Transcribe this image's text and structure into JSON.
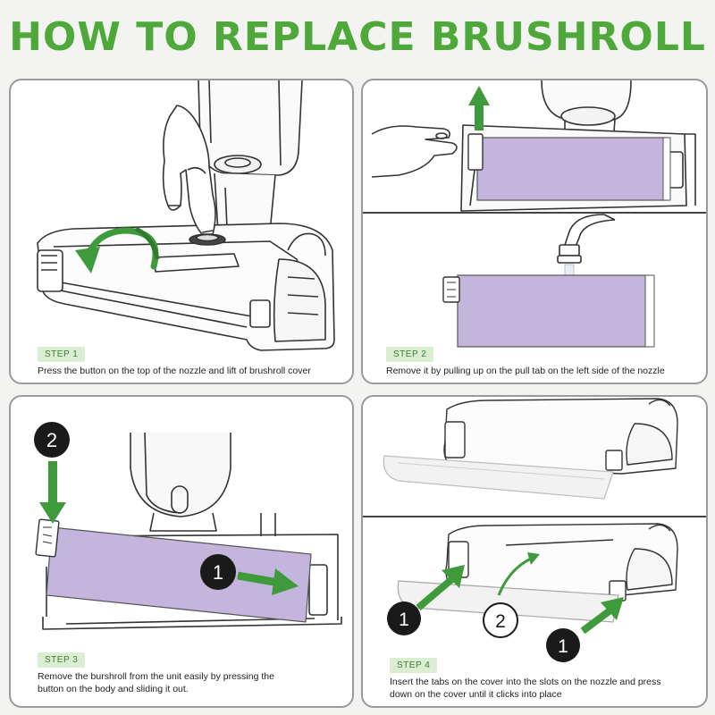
{
  "title": "HOW TO REPLACE BRUSHROLL",
  "colors": {
    "title_green": "#4ea83a",
    "arrow_green": "#3e9a3a",
    "roller_purple": "#c4b5dc",
    "badge_bg": "#dbeed3",
    "badge_text": "#3a7d2c"
  },
  "steps": [
    {
      "label": "STEP 1",
      "description": "Press the button on the top of the nozzle and lift of brushroll cover"
    },
    {
      "label": "STEP 2",
      "description": "Remove it by pulling up on the pull tab on the left side of the nozzle"
    },
    {
      "label": "STEP 3",
      "description_line1": "Remove the burshroll from the unit easily by pressing the",
      "description_line2": "button on the body and sliding it out.",
      "markers": [
        "2",
        "1"
      ]
    },
    {
      "label": "STEP 4",
      "description_line1": "Insert the tabs on the cover into the slots on the nozzle and press",
      "description_line2": "down on the cover until it clicks into place",
      "markers": [
        "1",
        "2",
        "1"
      ]
    }
  ]
}
